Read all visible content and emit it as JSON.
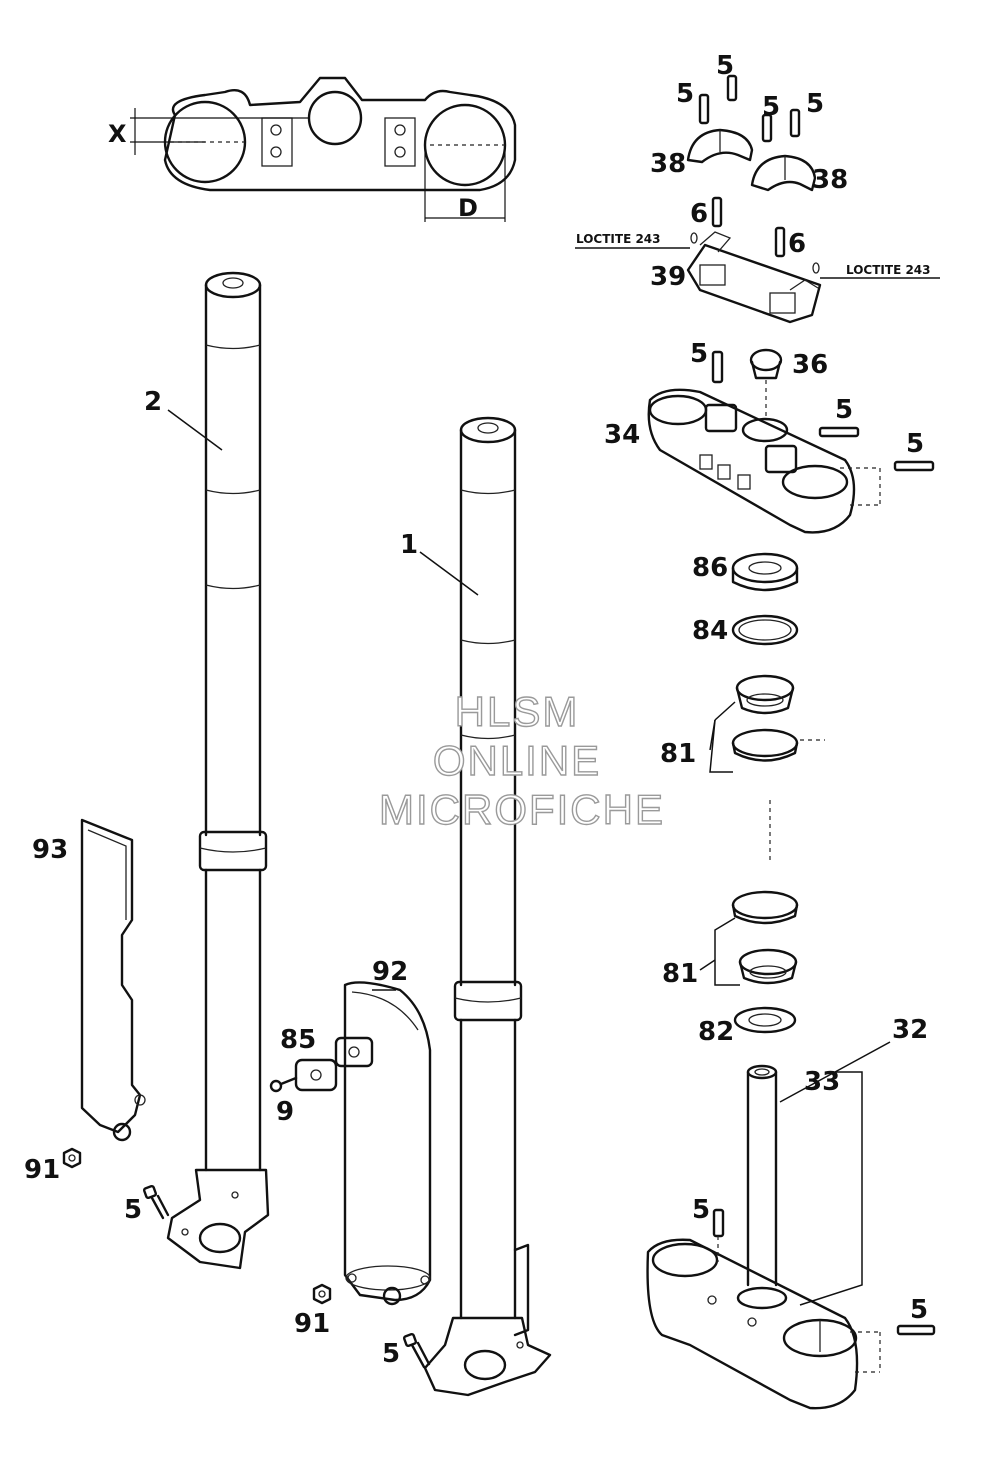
{
  "watermark": [
    "HLSM",
    "ONLINE",
    "MICROFICHE"
  ],
  "dimensions": {
    "x": "X",
    "d": "D"
  },
  "notes": {
    "loctite_left": "LOCTITE 243",
    "loctite_right": "LOCTITE 243"
  },
  "callouts": {
    "c5_a": "5",
    "c5_b": "5",
    "c5_c": "5",
    "c5_d": "5",
    "c38_left": "38",
    "c38_right": "38",
    "c6_left": "6",
    "c6_right": "6",
    "c39": "39",
    "c5_top_clamp": "5",
    "c36": "36",
    "c5_side1": "5",
    "c5_side2": "5",
    "c34": "34",
    "c86": "86",
    "c84": "84",
    "c81_upper": "81",
    "c81_lower": "81",
    "c82": "82",
    "c32": "32",
    "c33": "33",
    "c5_lower_clamp": "5",
    "c5_lower_side": "5",
    "c2": "2",
    "c1": "1",
    "c93": "93",
    "c92": "92",
    "c85": "85",
    "c9": "9",
    "c91_left": "91",
    "c91_mid": "91",
    "c5_left_axle": "5",
    "c5_right_axle": "5"
  }
}
